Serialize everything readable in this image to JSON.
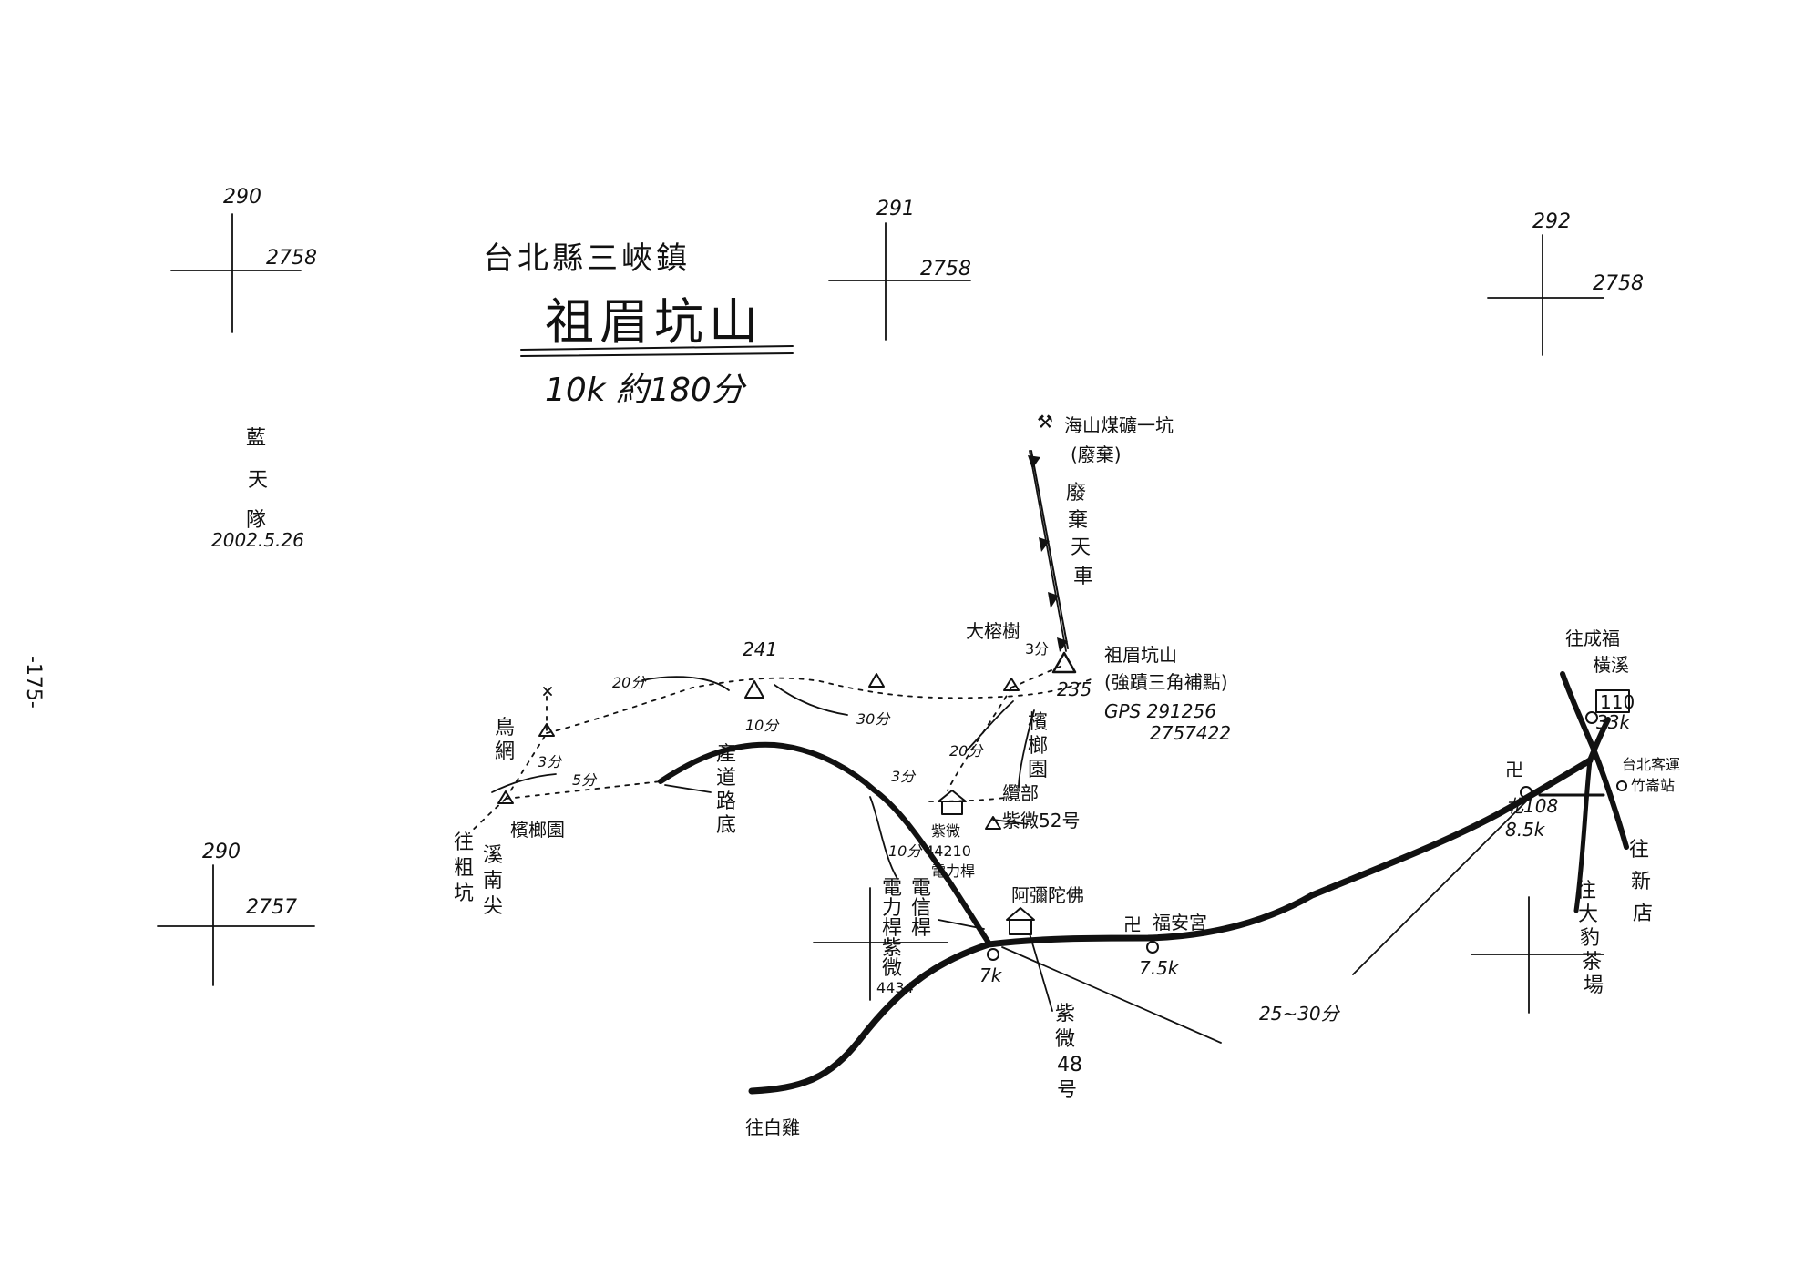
{
  "header": {
    "county_town": "台北縣三峽鎮",
    "mountain_name": "祖眉坑山",
    "distance_time": "10k 約180分"
  },
  "credit": {
    "team": "藍天隊",
    "date": "2002.5.26"
  },
  "page_number": "-175-",
  "grid_labels": {
    "g1_x": "290",
    "g1_y": "2758",
    "g2_x": "291",
    "g2_y": "2758",
    "g3_x": "292",
    "g3_y": "2758",
    "g4_x": "290",
    "g4_y": "2757"
  },
  "places": {
    "mine": "海山煤礦一坑",
    "mine_note": "(廢棄)",
    "abandoned_cable": "廢棄天車",
    "big_banyan": "大榕樹",
    "peak_name": "祖眉坑山",
    "peak_note": "(強蹟三角補點)",
    "peak_elev": "235",
    "gps_label": "GPS 291256",
    "gps_value": "2757422",
    "peak_241": "241",
    "betel_garden": "檳榔園",
    "betel_garden_2": "檳榔園",
    "bird_net": "鳥網",
    "old_road_base": "產道路底",
    "cable_house": "纜部",
    "pole_52": "紫微52号",
    "pole_44210": "紫微44210電力桿",
    "telecom_pole": "電信桿",
    "power_pole_4434": "電力桿紫微4434",
    "temple_amituofo": "阿彌陀佛",
    "fuan_temple": "福安宮",
    "pole_48": "紫微48号",
    "to_fenkeng": "往粗坑",
    "to_xinan": "溪南尖",
    "to_baiji": "往白雞",
    "to_chengfu": "往成福",
    "to_hengxi": "橫溪",
    "route_110": "110",
    "km_33": "33k",
    "route_108": "北108",
    "km_85": "8.5k",
    "km_75": "7.5k",
    "km_7": "7k",
    "bus_stop": "台北客運",
    "bus_stop_2": "竹崙站",
    "to_xindian": "往新店",
    "to_dabao_tea": "往大豹茶場"
  },
  "times": {
    "t20a": "20分",
    "t30a": "30分",
    "t3a": "3分",
    "t5": "5分",
    "t10a": "10分",
    "t3b": "3分",
    "t20b": "20分",
    "t3c": "3分",
    "t10b": "10分",
    "t2530": "25~30分"
  }
}
